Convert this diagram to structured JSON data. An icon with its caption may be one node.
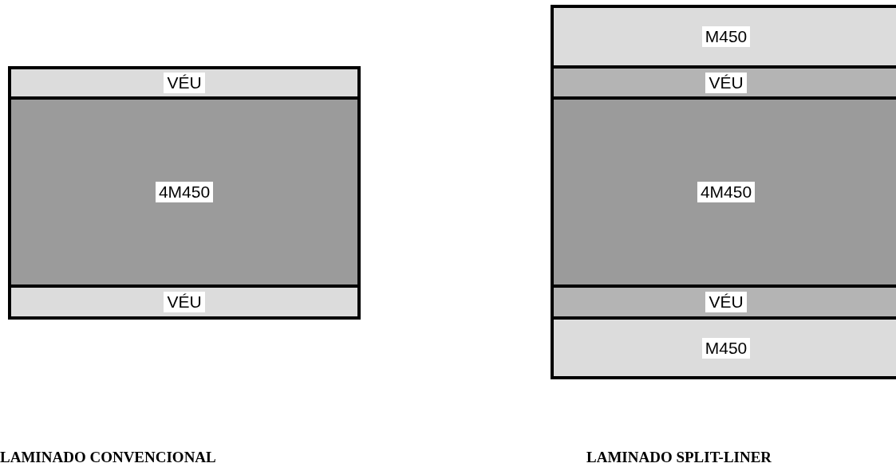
{
  "diagram": {
    "nodes": [
      {
        "text": [
          "VÉU"
        ]
      },
      {
        "text": [
          "4M450"
        ]
      },
      {
        "text": [
          "VÉU"
        ]
      },
      {
        "text": [
          "M450"
        ]
      },
      {
        "text": [
          "VÉU"
        ]
      },
      {
        "text": [
          "4M450"
        ]
      },
      {
        "text": [
          "VÉU"
        ]
      },
      {
        "text": [
          "M450"
        ]
      }
    ],
    "labels": [
      "LAMINADO CONVENCIONAL",
      "LAMINADO SPLIT-LINER"
    ]
  }
}
